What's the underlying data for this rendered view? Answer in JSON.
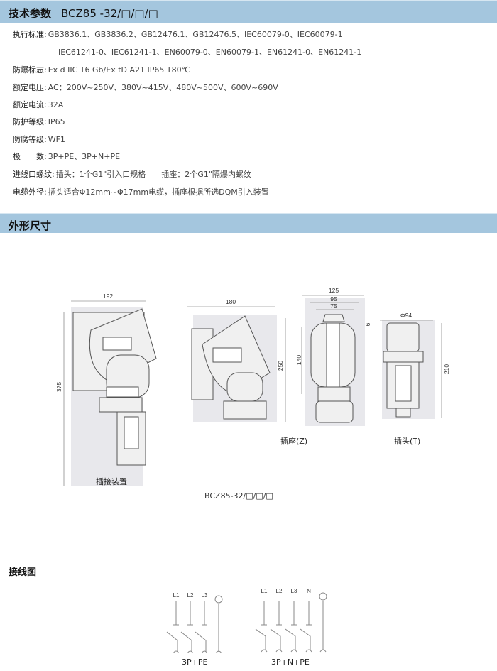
{
  "header1": {
    "title": "技术参数",
    "model": "BCZ85 -32/□/□/□"
  },
  "specs": [
    {
      "label": "执行标准:",
      "value": "GB3836.1、GB3836.2、GB12476.1、GB12476.5、IEC60079-0、IEC60079-1",
      "cont": "IEC61241-0、IEC61241-1、EN60079-0、EN60079-1、EN61241-0、EN61241-1"
    },
    {
      "label": "防爆标志:",
      "value": "Ex d IIC T6 Gb/Ex tD A21 IP65 T80℃"
    },
    {
      "label": "额定电压:",
      "value": "AC：200V~250V、380V~415V、480V~500V、600V~690V"
    },
    {
      "label": "额定电流:",
      "value": "32A"
    },
    {
      "label": "防护等级:",
      "value": "IP65"
    },
    {
      "label": "防腐等级:",
      "value": "WF1"
    },
    {
      "label": "极　　数:",
      "value": "3P+PE、3P+N+PE"
    },
    {
      "label": "进线口螺纹:",
      "value": "插头：1个G1\"引入口规格　　插座：2个G1\"隔爆内螺纹"
    },
    {
      "label": "电缆外径:",
      "value": "插头适合Φ12mm~Φ17mm电缆，插座根据所选DQM引入装置"
    }
  ],
  "header2": {
    "title": "外形尺寸"
  },
  "drawings": {
    "assembly": {
      "caption": "插接装置",
      "width": "192",
      "height": "375"
    },
    "socket_side": {
      "width": "180",
      "height": "250"
    },
    "socket_front": {
      "caption": "插座(Z)",
      "w1": "125",
      "w2": "95",
      "w3": "75",
      "h": "140",
      "d": "9"
    },
    "plug": {
      "caption": "插头(T)",
      "dia": "Φ94",
      "height": "210"
    },
    "model": "BCZ85-32/□/□/□"
  },
  "wiring": {
    "title": "接线图",
    "diagrams": [
      {
        "caption": "3P+PE",
        "poles": [
          "L1",
          "L2",
          "L3"
        ]
      },
      {
        "caption": "3P+N+PE",
        "poles": [
          "L1",
          "L2",
          "L3",
          "N"
        ]
      }
    ]
  }
}
